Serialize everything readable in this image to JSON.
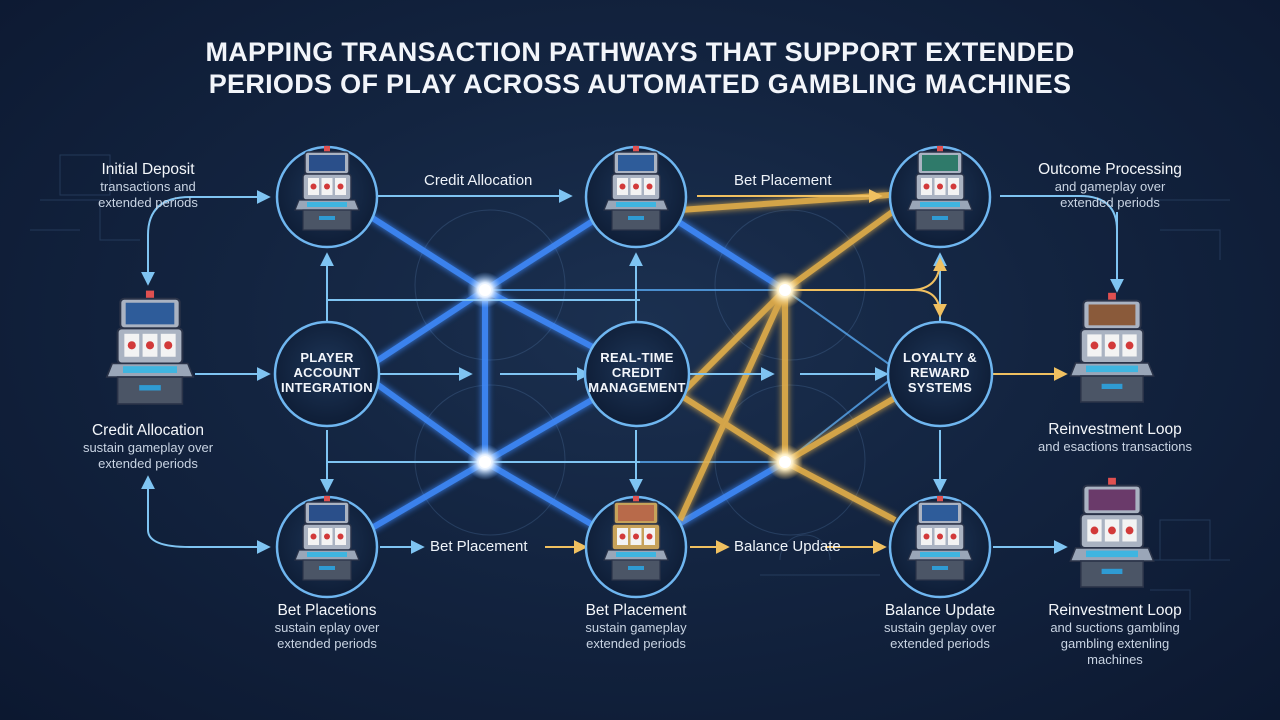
{
  "title": {
    "line1": "MAPPING TRANSACTION PATHWAYS THAT SUPPORT EXTENDED",
    "line2": "PERIODS OF PLAY ACROSS AUTOMATED GAMBLING MACHINES"
  },
  "nodes": {
    "initial_deposit": {
      "title": "Initial Deposit",
      "sub1": "transactions and",
      "sub2": "extended periods"
    },
    "credit_allocation_left": {
      "title": "Credit Allocation",
      "sub1": "sustain gameplay over",
      "sub2": "extended periods"
    },
    "outcome_processing": {
      "title": "Outcome Processing",
      "sub1": "and gameplay over",
      "sub2": "extended periods"
    },
    "reinvestment_loop_mid": {
      "title": "Reinvestment Loop",
      "sub1": "and esactions transactions"
    },
    "bet_placetions": {
      "title": "Bet Placetions",
      "sub1": "sustain eplay over",
      "sub2": "extended periods"
    },
    "bet_placement_bottom": {
      "title": "Bet Placement",
      "sub1": "sustain gameplay",
      "sub2": "extended periods"
    },
    "balance_update_bottom": {
      "title": "Balance Update",
      "sub1": "sustain geplay over",
      "sub2": "extended periods"
    },
    "reinvestment_loop_bottom": {
      "title": "Reinvestment Loop",
      "sub1": "and suctions gambling",
      "sub2": "gambling extenling",
      "sub3": "machines"
    }
  },
  "hubs": {
    "player_account": {
      "line1": "PLAYER",
      "line2": "ACCOUNT",
      "line3": "INTEGRATION"
    },
    "realtime_credit": {
      "line1": "REAL-TIME",
      "line2": "CREDIT",
      "line3": "MANAGEMENT"
    },
    "loyalty": {
      "line1": "LOYALTY &",
      "line2": "REWARD",
      "line3": "SYSTEMS"
    }
  },
  "edge_labels": {
    "top_left": "Credit Allocation",
    "top_right": "Bet Placement",
    "bottom_left": "Bet Placement",
    "bottom_right": "Balance Update"
  },
  "colors": {
    "blue_flow": "#3f8cff",
    "gold_flow": "#e8b24a",
    "node_ring": "#6fb6f0",
    "arrow": "#7fc4f2"
  }
}
